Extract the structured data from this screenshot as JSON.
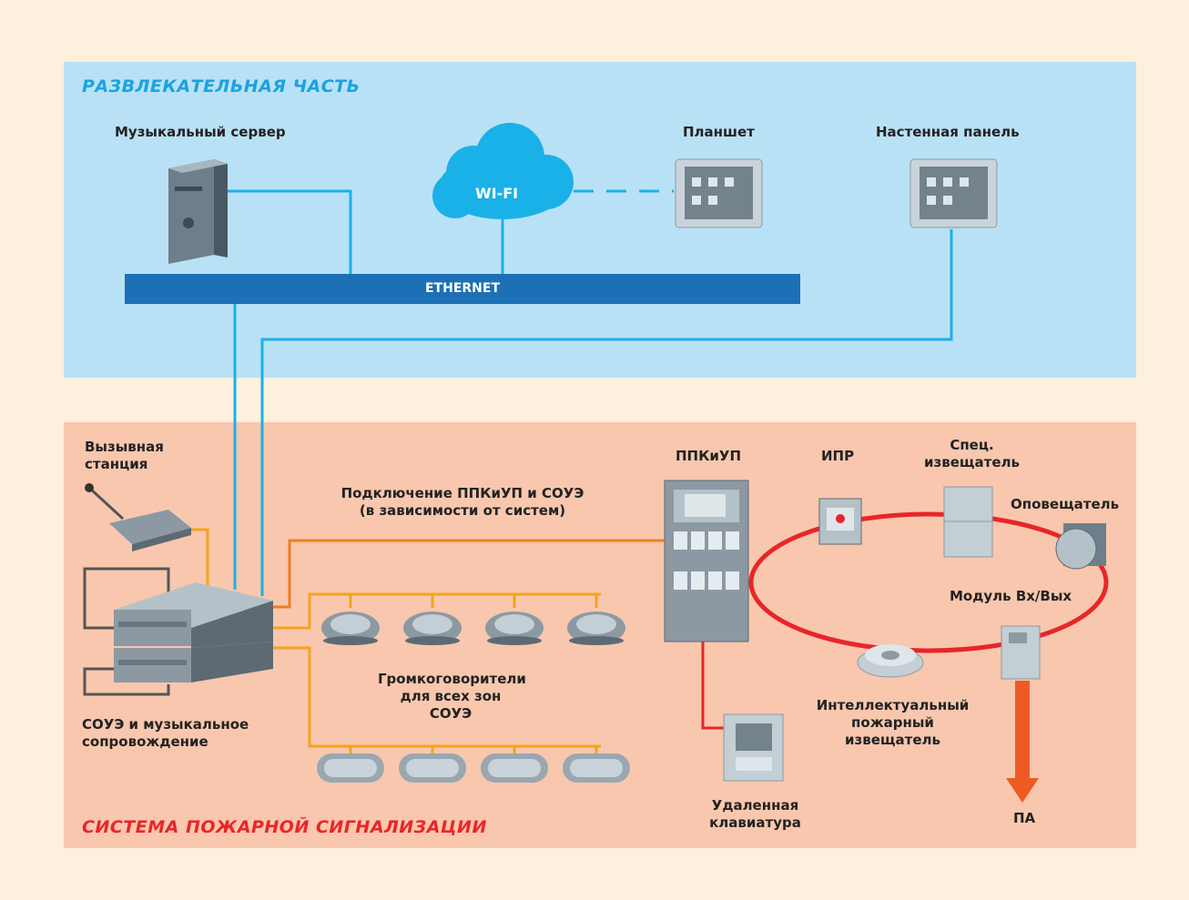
{
  "zones": {
    "entertainment_title": "РАЗВЛЕКАТЕЛЬНАЯ ЧАСТЬ",
    "fire_title": "СИСТЕМА ПОЖАРНОЙ СИГНАЛИЗАЦИИ"
  },
  "labels": {
    "music_server": "Музыкальный сервер",
    "tablet": "Планшет",
    "wall_panel": "Настенная панель",
    "wifi": "WI-FI",
    "ethernet": "ETHERNET",
    "call_station_line1": "Вызывная",
    "call_station_line2": "станция",
    "connection_line1": "Подключение ППКиУП и СОУЭ",
    "connection_line2": "(в зависимости от систем)",
    "panel": "ППКиУП",
    "ipr": "ИПР",
    "special_detector_line1": "Спец.",
    "special_detector_line2": "извещатель",
    "annunciator": "Оповещатель",
    "io_module": "Модуль Вх/Вых",
    "speakers_line1": "Громкоговорители",
    "speakers_line2": "для всех зон",
    "speakers_line3": "СОУЭ",
    "soue_line1": "СОУЭ и музыкальное",
    "soue_line2": "сопровождение",
    "smart_detector_line1": "Интеллектуальный",
    "smart_detector_line2": "пожарный",
    "smart_detector_line3": "извещатель",
    "remote_keypad_line1": "Удаленная",
    "remote_keypad_line2": "клавиатура",
    "pa": "ПА"
  },
  "colors": {
    "background": "#fdf0dc",
    "entertainment_zone": "#b9e1f5",
    "fire_zone": "#f8c7ae",
    "entertainment_title": "#1aa3e0",
    "fire_title": "#e8262a",
    "network_link": "#1ab1e8",
    "ethernet_bus": "#1d70b5",
    "audio_link": "#f3a41b",
    "fire_loop": "#e8262a",
    "output_arrow": "#ef5a24"
  }
}
